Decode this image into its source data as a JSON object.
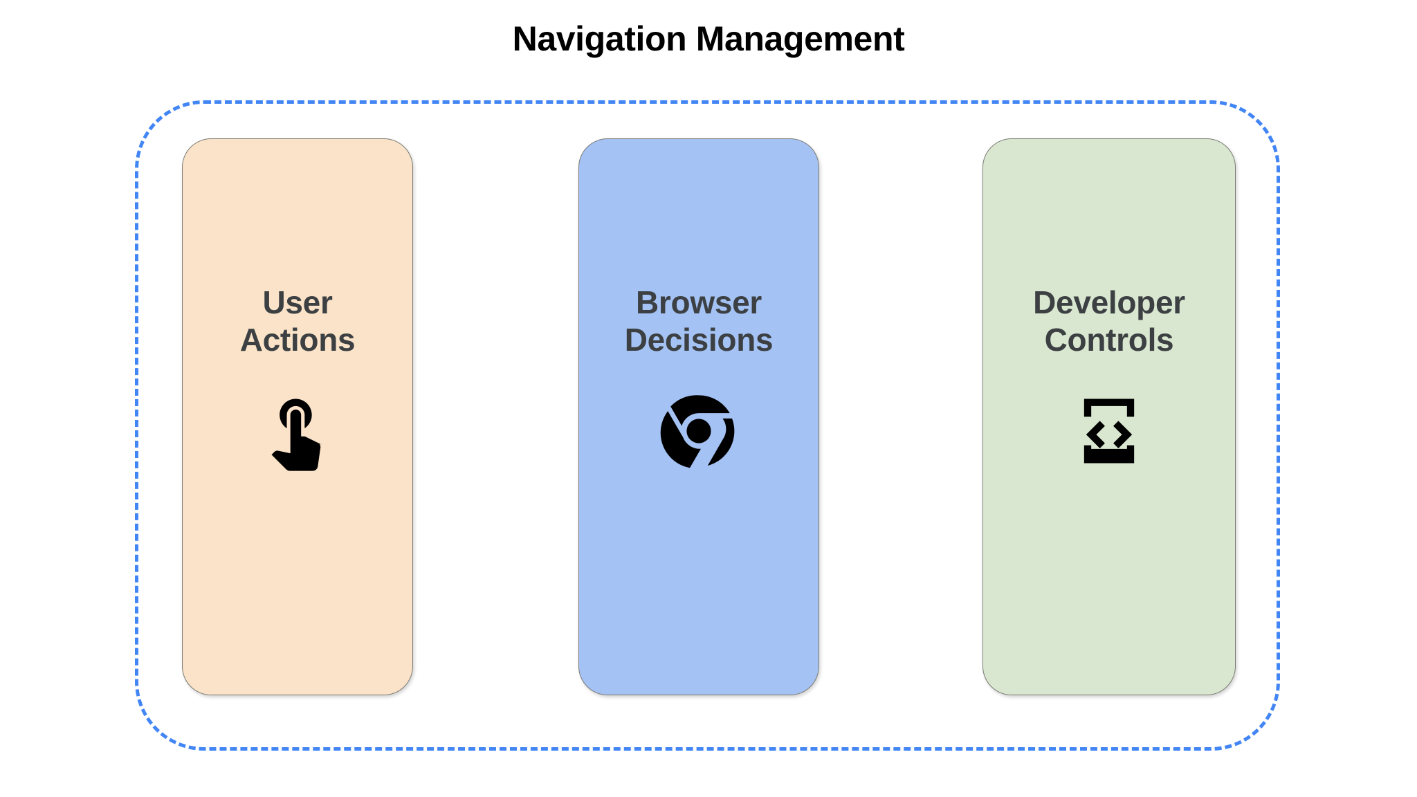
{
  "page": {
    "title": "Navigation Management",
    "background_color": "#ffffff",
    "title_color": "#000000"
  },
  "group_container": {
    "name": "navigation-management-group",
    "border_style": "dashed",
    "border_color": "#4285f4"
  },
  "cards": [
    {
      "id": "user-actions",
      "label": "User\nActions",
      "label_line1": "User",
      "label_line2": "Actions",
      "background_color": "#fae3c8",
      "border_color": "#7b7b74",
      "text_color": "#3c4043",
      "icon": "touch-app-icon",
      "icon_color": "#000000"
    },
    {
      "id": "browser-decisions",
      "label": "Browser\nDecisions",
      "label_line1": "Browser",
      "label_line2": "Decisions",
      "background_color": "#a4c2f4",
      "border_color": "#7b7b74",
      "text_color": "#3c4043",
      "icon": "chrome-logo-icon",
      "icon_color": "#000000"
    },
    {
      "id": "developer-controls",
      "label": "Developer\nControls",
      "label_line1": "Developer",
      "label_line2": "Controls",
      "background_color": "#d9e7d0",
      "border_color": "#7b7b74",
      "text_color": "#3c4043",
      "icon": "developer-mode-icon",
      "icon_color": "#000000"
    }
  ]
}
